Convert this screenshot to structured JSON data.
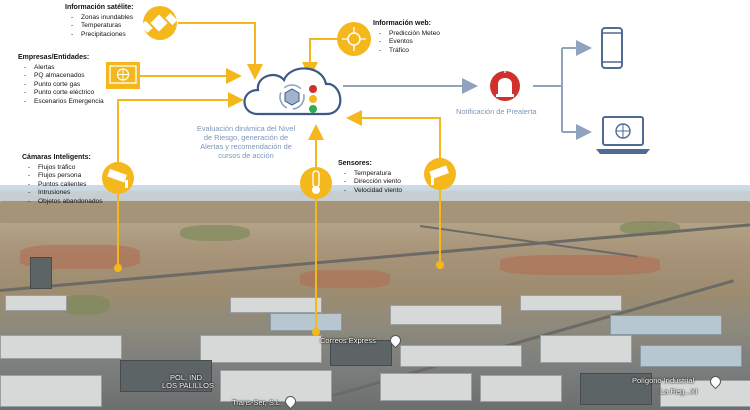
{
  "satellite": {
    "title": "Información satélite:",
    "items": [
      "Zonas inundables",
      "Temperaturas",
      "Precipitaciones"
    ]
  },
  "companies": {
    "title": "Empresas/Entidades:",
    "items": [
      "Alertas",
      "PQ almacenados",
      "Punto corte gas",
      "Punto corte eléctrico",
      "Escenarios Emergencia"
    ]
  },
  "cameras": {
    "title": "Cámaras Inteligents:",
    "items": [
      "Flujos tráfico",
      "Flujos persona",
      "Puntos calientes",
      "Intrusiones",
      "Objetos abandonados"
    ]
  },
  "web": {
    "title": "Información web:",
    "items": [
      "Predicción Meteo",
      "Eventos",
      "Tráfico"
    ]
  },
  "sensors": {
    "title": "Sensores:",
    "items": [
      "Temperatura",
      "Dirección viento",
      "Velocidad viento"
    ]
  },
  "center_text": "Evaluación dinámica del Nivel de Riesgo, generación de Alertas y recomendación de cursos de acción",
  "prealert_text": "Notificación de Prealerta",
  "map_labels": {
    "correos": "Correos Express",
    "pol1": "POL. IND.",
    "pol2": "LOS PALILLOS",
    "transser": "Trans-Ser, S.L.",
    "poligono": "Polígono Industrial",
    "poligono2": "La Reg...XI"
  },
  "colors": {
    "yellow": "#f5b81c",
    "blue_gray": "#7d96ba",
    "device": "#4f6a93",
    "alarm": "#d0312d"
  }
}
